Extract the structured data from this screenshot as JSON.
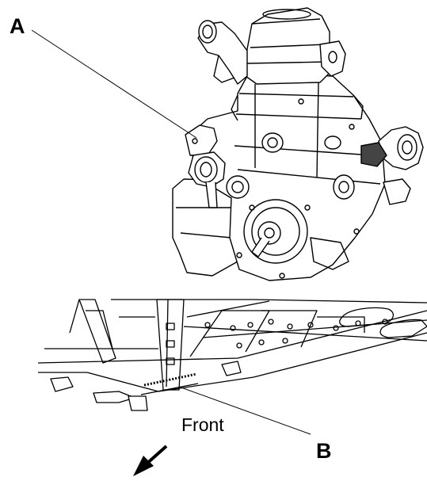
{
  "callouts": {
    "a": "A",
    "b": "B"
  },
  "direction": {
    "label": "Front"
  },
  "illustration": {
    "top_part": "engine",
    "bottom_part": "chassis-frame"
  },
  "colors": {
    "ink": "#000000",
    "paper": "#ffffff"
  }
}
